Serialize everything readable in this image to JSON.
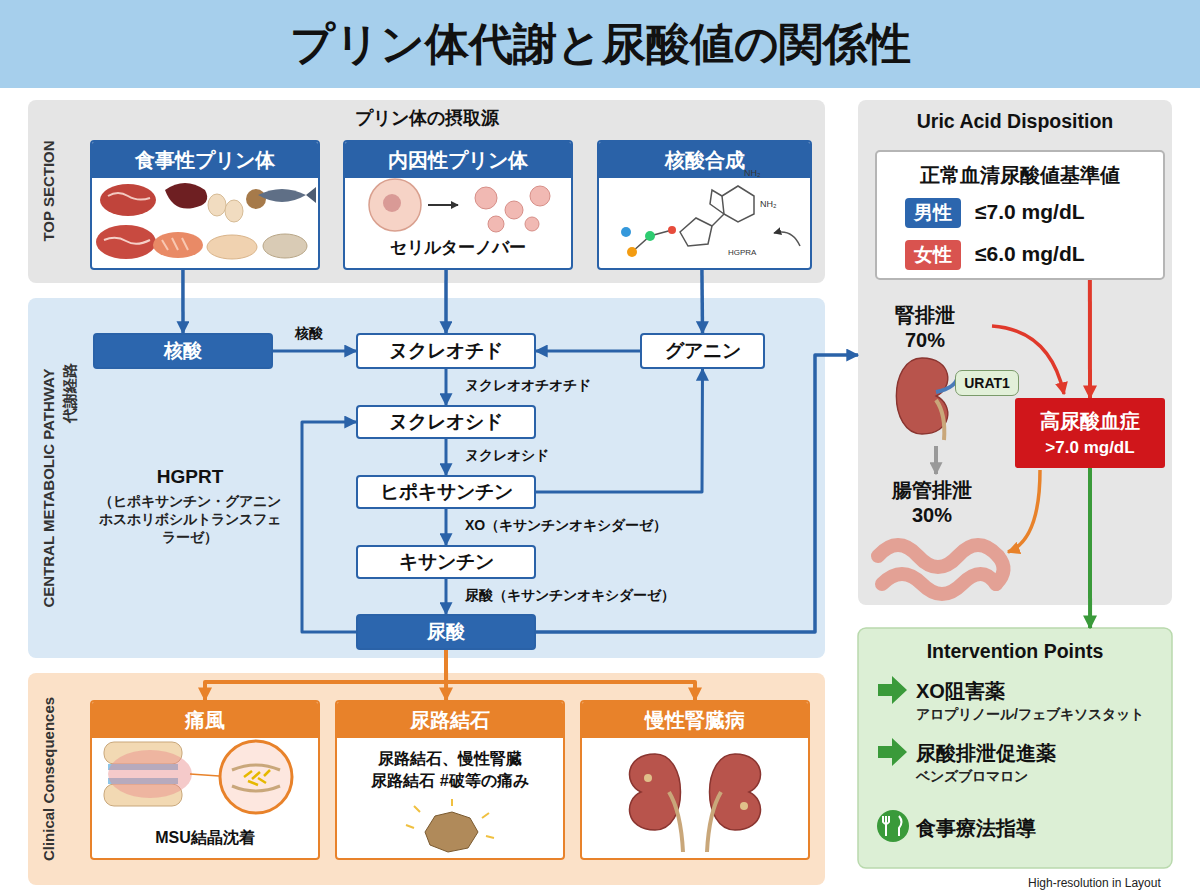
{
  "diagram": {
    "title": "プリン体代謝と尿酸値の関係性",
    "nodes": [
      {
        "text": [
          "TOP SECTION",
          "プリン体の摂取源"
        ]
      },
      {
        "text": [
          "食事性プリン体"
        ],
        "in": 0
      },
      {
        "text": [
          "内因性プリン体",
          "セリルターノバー"
        ],
        "in": 0
      },
      {
        "text": [
          "核酸合成"
        ],
        "in": 0
      },
      {
        "text": [
          "CENTRAL METABOLIC PATHWAY",
          "代謝経路"
        ]
      },
      {
        "text": [
          "核酸"
        ],
        "in": 4
      },
      {
        "text": [
          "ヌクレオチド"
        ],
        "in": 4
      },
      {
        "text": [
          "グアニン"
        ],
        "in": 4
      },
      {
        "text": [
          "ヌクレオシド"
        ],
        "in": 4
      },
      {
        "text": [
          "ヒポキサンチン"
        ],
        "in": 4
      },
      {
        "text": [
          "キサンチン"
        ],
        "in": 4
      },
      {
        "text": [
          "尿酸"
        ],
        "in": 4
      },
      {
        "text": [
          "Clinical Consequences"
        ]
      },
      {
        "text": [
          "痛風",
          "MSU結晶沈着"
        ],
        "in": 12
      },
      {
        "text": [
          "尿路結石",
          "尿路結石、慢性腎臓 尿路結石 #破等の痛み"
        ],
        "in": 12
      },
      {
        "text": [
          "慢性腎臓病"
        ],
        "in": 12
      },
      {
        "text": [
          "Uric Acid Disposition",
          "腎排泄 70%",
          "腸管排泄 30%"
        ]
      },
      {
        "text": [
          "正常血清尿酸値基準値"
        ],
        "in": 16
      },
      {
        "text": [
          "男性"
        ],
        "in": 17
      },
      {
        "text": [
          "女性"
        ],
        "in": 17
      },
      {
        "text": [
          "URAT1"
        ],
        "in": 16
      },
      {
        "text": [
          "高尿酸血症",
          ">7.0 mg/dL"
        ],
        "in": 16
      },
      {
        "text": [
          "Intervention Points",
          "XO阻害薬",
          "アロプリノール/フェブキソスタット",
          "尿酸排泄促進薬",
          "ベンズブロマロン",
          "食事療法指導"
        ]
      }
    ],
    "edges": [
      {
        "from": 1,
        "to": 5,
        "arrow": "to"
      },
      {
        "from": 2,
        "to": 6,
        "arrow": "to"
      },
      {
        "from": 3,
        "to": 7,
        "arrow": "to"
      },
      {
        "from": 5,
        "to": 6,
        "label": "核酸",
        "arrow": "to"
      },
      {
        "from": 7,
        "to": 6,
        "arrow": "to"
      },
      {
        "from": 6,
        "to": 8,
        "label": "ヌクレオオチオチド",
        "arrow": "to"
      },
      {
        "from": 8,
        "to": 9,
        "label": "ヌクレオシド",
        "arrow": "to"
      },
      {
        "from": 9,
        "to": 10,
        "label": "XO（キサンチンオキシダーゼ）",
        "arrow": "to"
      },
      {
        "from": 10,
        "to": 11,
        "label": "尿酸（キサンチンオキシダーゼ）",
        "arrow": "to"
      },
      {
        "from": 9,
        "to": 7,
        "arrow": "to"
      },
      {
        "from": 11,
        "to": 8,
        "arrow": "to"
      },
      {
        "from": 11,
        "to": 16,
        "arrow": "to"
      },
      {
        "from": 11,
        "to": 13,
        "arrow": "to"
      },
      {
        "from": 11,
        "to": 14,
        "arrow": "to"
      },
      {
        "from": 11,
        "to": 15,
        "arrow": "to"
      },
      {
        "from": 17,
        "to": 21,
        "arrow": "to"
      },
      {
        "from": 21,
        "to": 22,
        "arrow": "to"
      }
    ],
    "labels": [
      "HGPRT",
      "（ヒポキサンチン・グアニンホスホリボシルトランスフェラーゼ）",
      "≤7.0 mg/dL",
      "≤6.0 mg/dL",
      "NH₂",
      "NH₂",
      "HGPRA",
      "High-resolution in Layout"
    ]
  }
}
